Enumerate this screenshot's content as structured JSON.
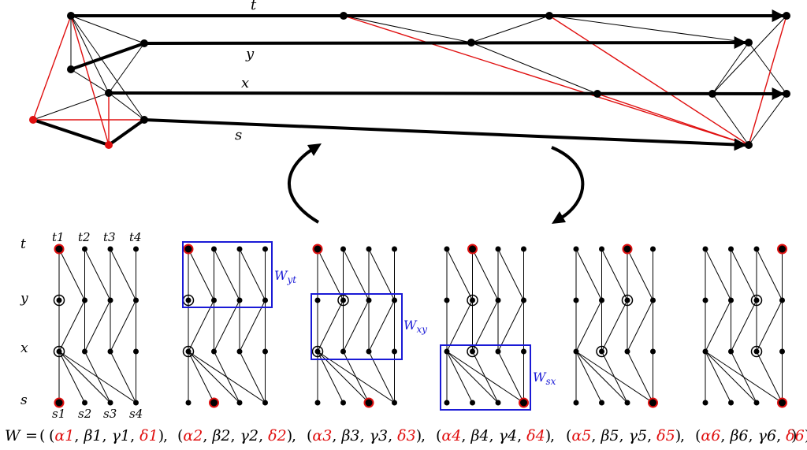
{
  "top_graph": {
    "path_labels": [
      "t",
      "y",
      "x",
      "s"
    ]
  },
  "bottom_rows": {
    "row_labels": [
      "t",
      "y",
      "x",
      "s"
    ],
    "t_sub_labels": [
      "t1",
      "t2",
      "t3",
      "t4"
    ],
    "s_sub_labels": [
      "s1",
      "s2",
      "s3",
      "s4"
    ],
    "windows": [
      {
        "base": "W",
        "sub": "yt"
      },
      {
        "base": "W",
        "sub": "xy"
      },
      {
        "base": "W",
        "sub": "sx"
      }
    ]
  },
  "formula": {
    "lhs": "W",
    "eq": "=",
    "open_paren": "(",
    "close_paren": ")",
    "tuple_open": "(",
    "tuple_close": ")",
    "separator": ",",
    "tuples": [
      [
        "α1",
        "β1",
        "γ1",
        "δ1"
      ],
      [
        "α2",
        "β2",
        "γ2",
        "δ2"
      ],
      [
        "α3",
        "β3",
        "γ3",
        "δ3"
      ],
      [
        "α4",
        "β4",
        "γ4",
        "δ4"
      ],
      [
        "α5",
        "β5",
        "γ5",
        "δ5"
      ],
      [
        "α6",
        "β6",
        "γ6",
        "δ6"
      ]
    ]
  },
  "colors": {
    "black": "#000000",
    "red": "#e01010",
    "blue": "#1a1ad6"
  }
}
